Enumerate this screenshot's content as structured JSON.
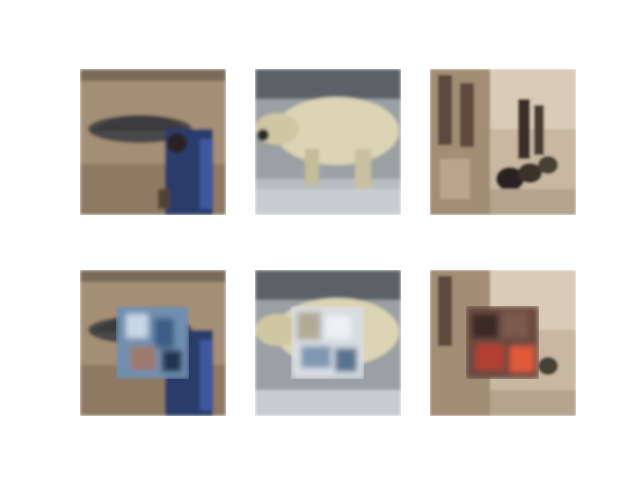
{
  "figure": {
    "rows": [
      {
        "label": "",
        "images": [
          {
            "subject": "person-with-umbrella",
            "tone": "warm-sepia",
            "masked": false
          },
          {
            "subject": "polar-bear",
            "tone": "cool-gray",
            "masked": false
          },
          {
            "subject": "street-building-with-bicycles",
            "tone": "sepia",
            "masked": false
          }
        ]
      },
      {
        "label": "",
        "images": [
          {
            "subject": "person-with-umbrella",
            "tone": "warm-sepia",
            "masked": true,
            "patch_palette": [
              "#6f8fb0",
              "#c9d6e6",
              "#3e5f86",
              "#9c7a6c"
            ]
          },
          {
            "subject": "polar-bear",
            "tone": "cool-gray",
            "masked": true,
            "patch_palette": [
              "#d8dde2",
              "#7f98b2",
              "#b3aa98",
              "#5a7390"
            ]
          },
          {
            "subject": "street-building-with-bicycles",
            "tone": "sepia",
            "masked": true,
            "patch_palette": [
              "#3a2a26",
              "#b24030",
              "#6a4a40",
              "#e05a38"
            ]
          }
        ]
      }
    ],
    "colors": {
      "background": "#ffffff"
    }
  }
}
